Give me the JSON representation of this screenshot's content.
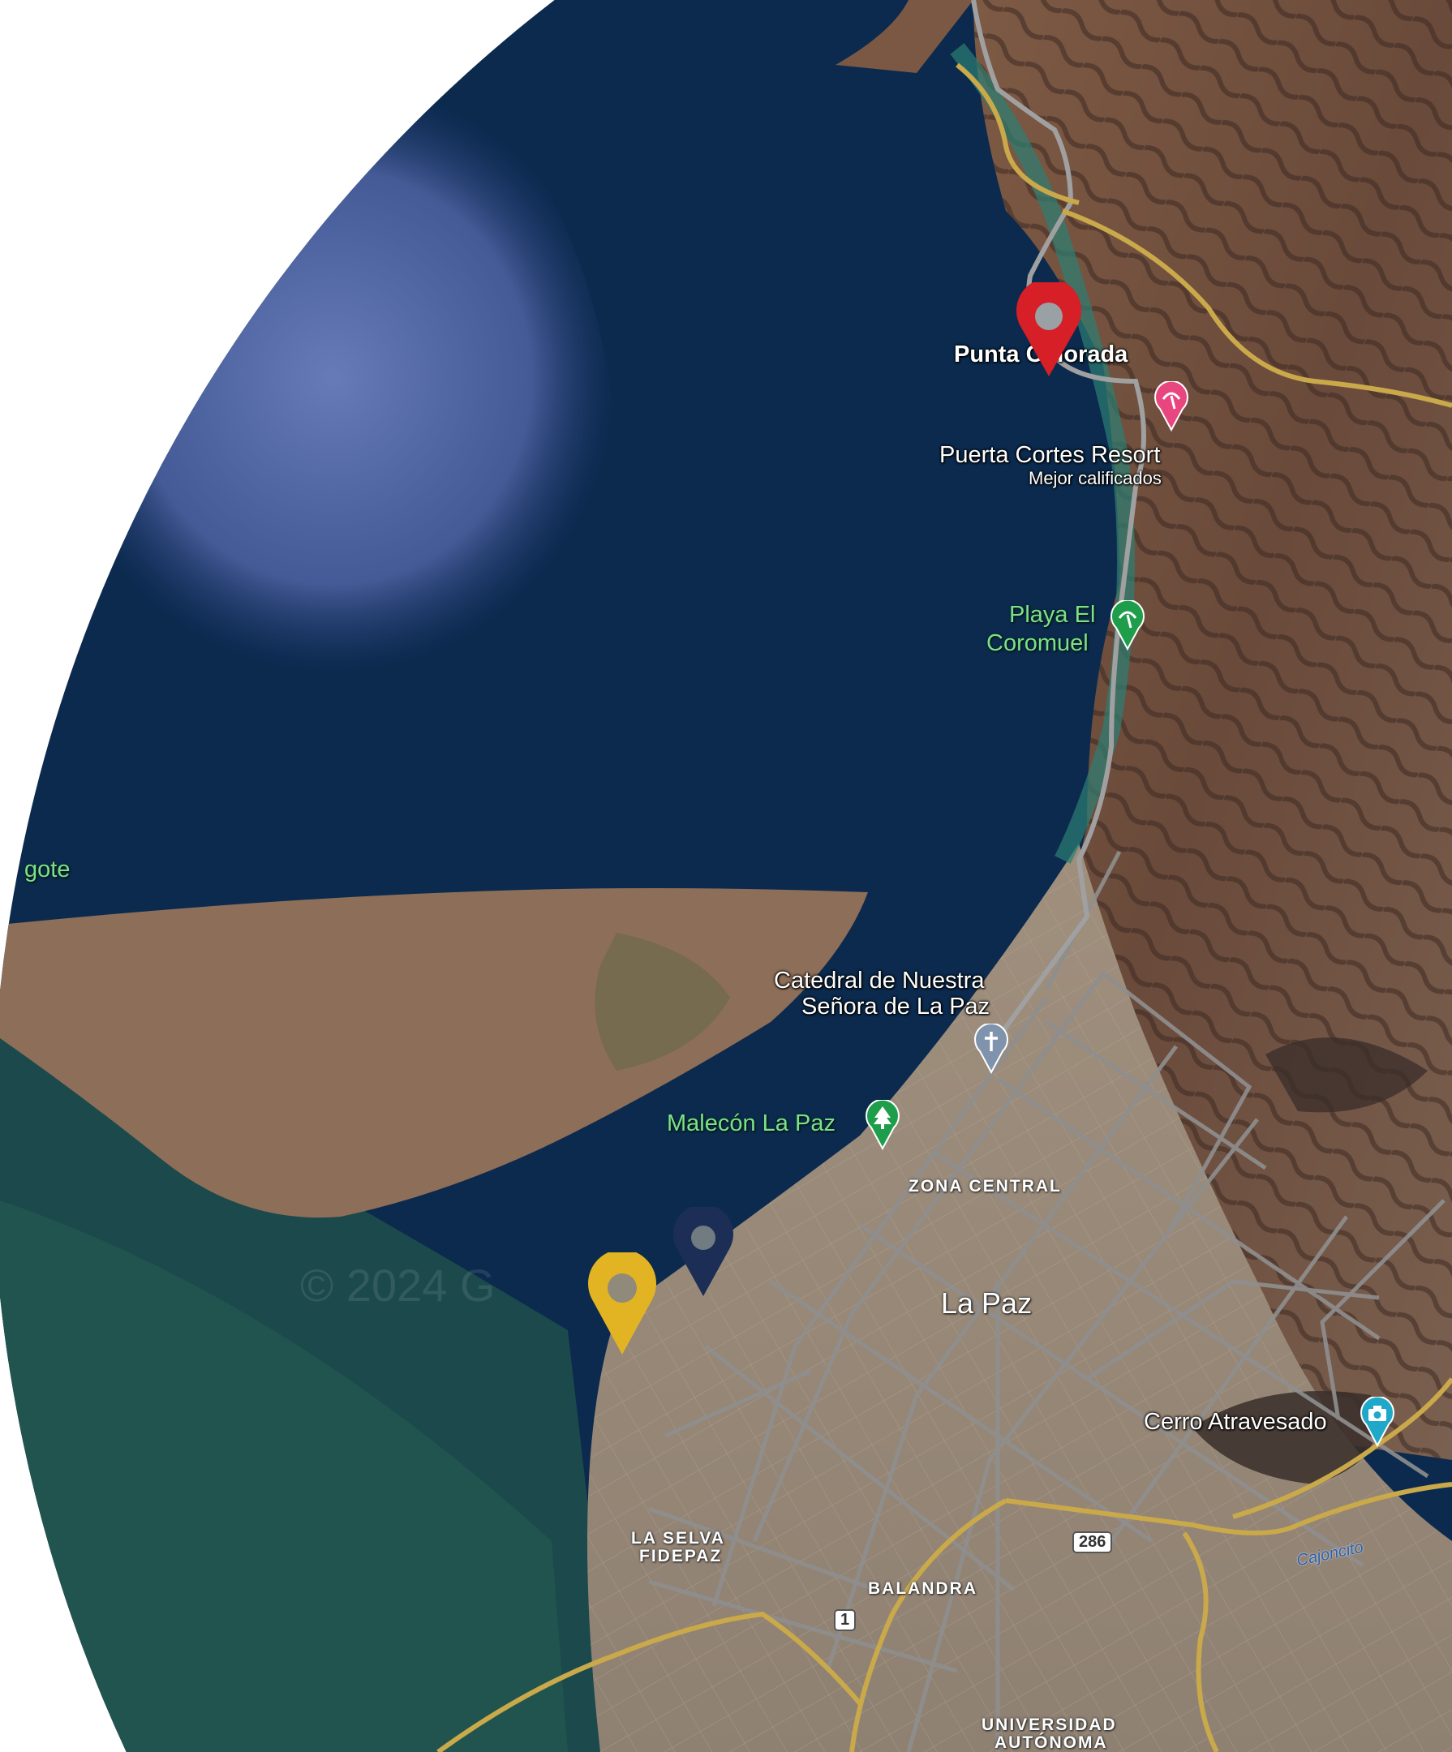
{
  "map": {
    "colors": {
      "sea_deep": "#0b2a4e",
      "sea_shallow": "#1f5a55",
      "land_desert": "#7a5a45",
      "land_urban": "#9a8a7a",
      "road": "#8a8a8a",
      "highway": "#c9a94a",
      "marker_red": "#d61f26",
      "marker_navy": "#1c2e55",
      "marker_gold": "#e2b424"
    },
    "labels": {
      "punta_label": "Punta Colorada",
      "puerta_cortes": "Puerta Cortes Resort",
      "mejor_calificados": "Mejor calificados",
      "playa_line1": "Playa El",
      "playa_line2": "Coromuel",
      "mogote_partial": "gote",
      "catedral_line1": "Catedral de Nuestra",
      "catedral_line2": "Señora de La Paz",
      "malecon": "Malecón La Paz",
      "zona_central": "ZONA CENTRAL",
      "la_paz": "La Paz",
      "cerro": "Cerro Atravesado",
      "cajoncito": "Cajoncito",
      "selva_line1": "LA SELVA",
      "selva_line2": "FIDEPAZ",
      "balandra": "BALANDRA",
      "universidad_line1": "UNIVERSIDAD",
      "universidad_line2": "AUTÓNOMA",
      "road_286": "286",
      "road_1": "1",
      "watermark": "© 2024 G"
    },
    "icons": {
      "marker_punta": "location-pin-red",
      "marker_navy": "location-pin-navy",
      "marker_gold": "location-pin-gold",
      "resort_icon": "beach-umbrella-pink",
      "playa_icon": "beach-umbrella-green",
      "catedral_icon": "church-cross",
      "malecon_icon": "park-tree",
      "cerro_icon": "camera"
    }
  }
}
